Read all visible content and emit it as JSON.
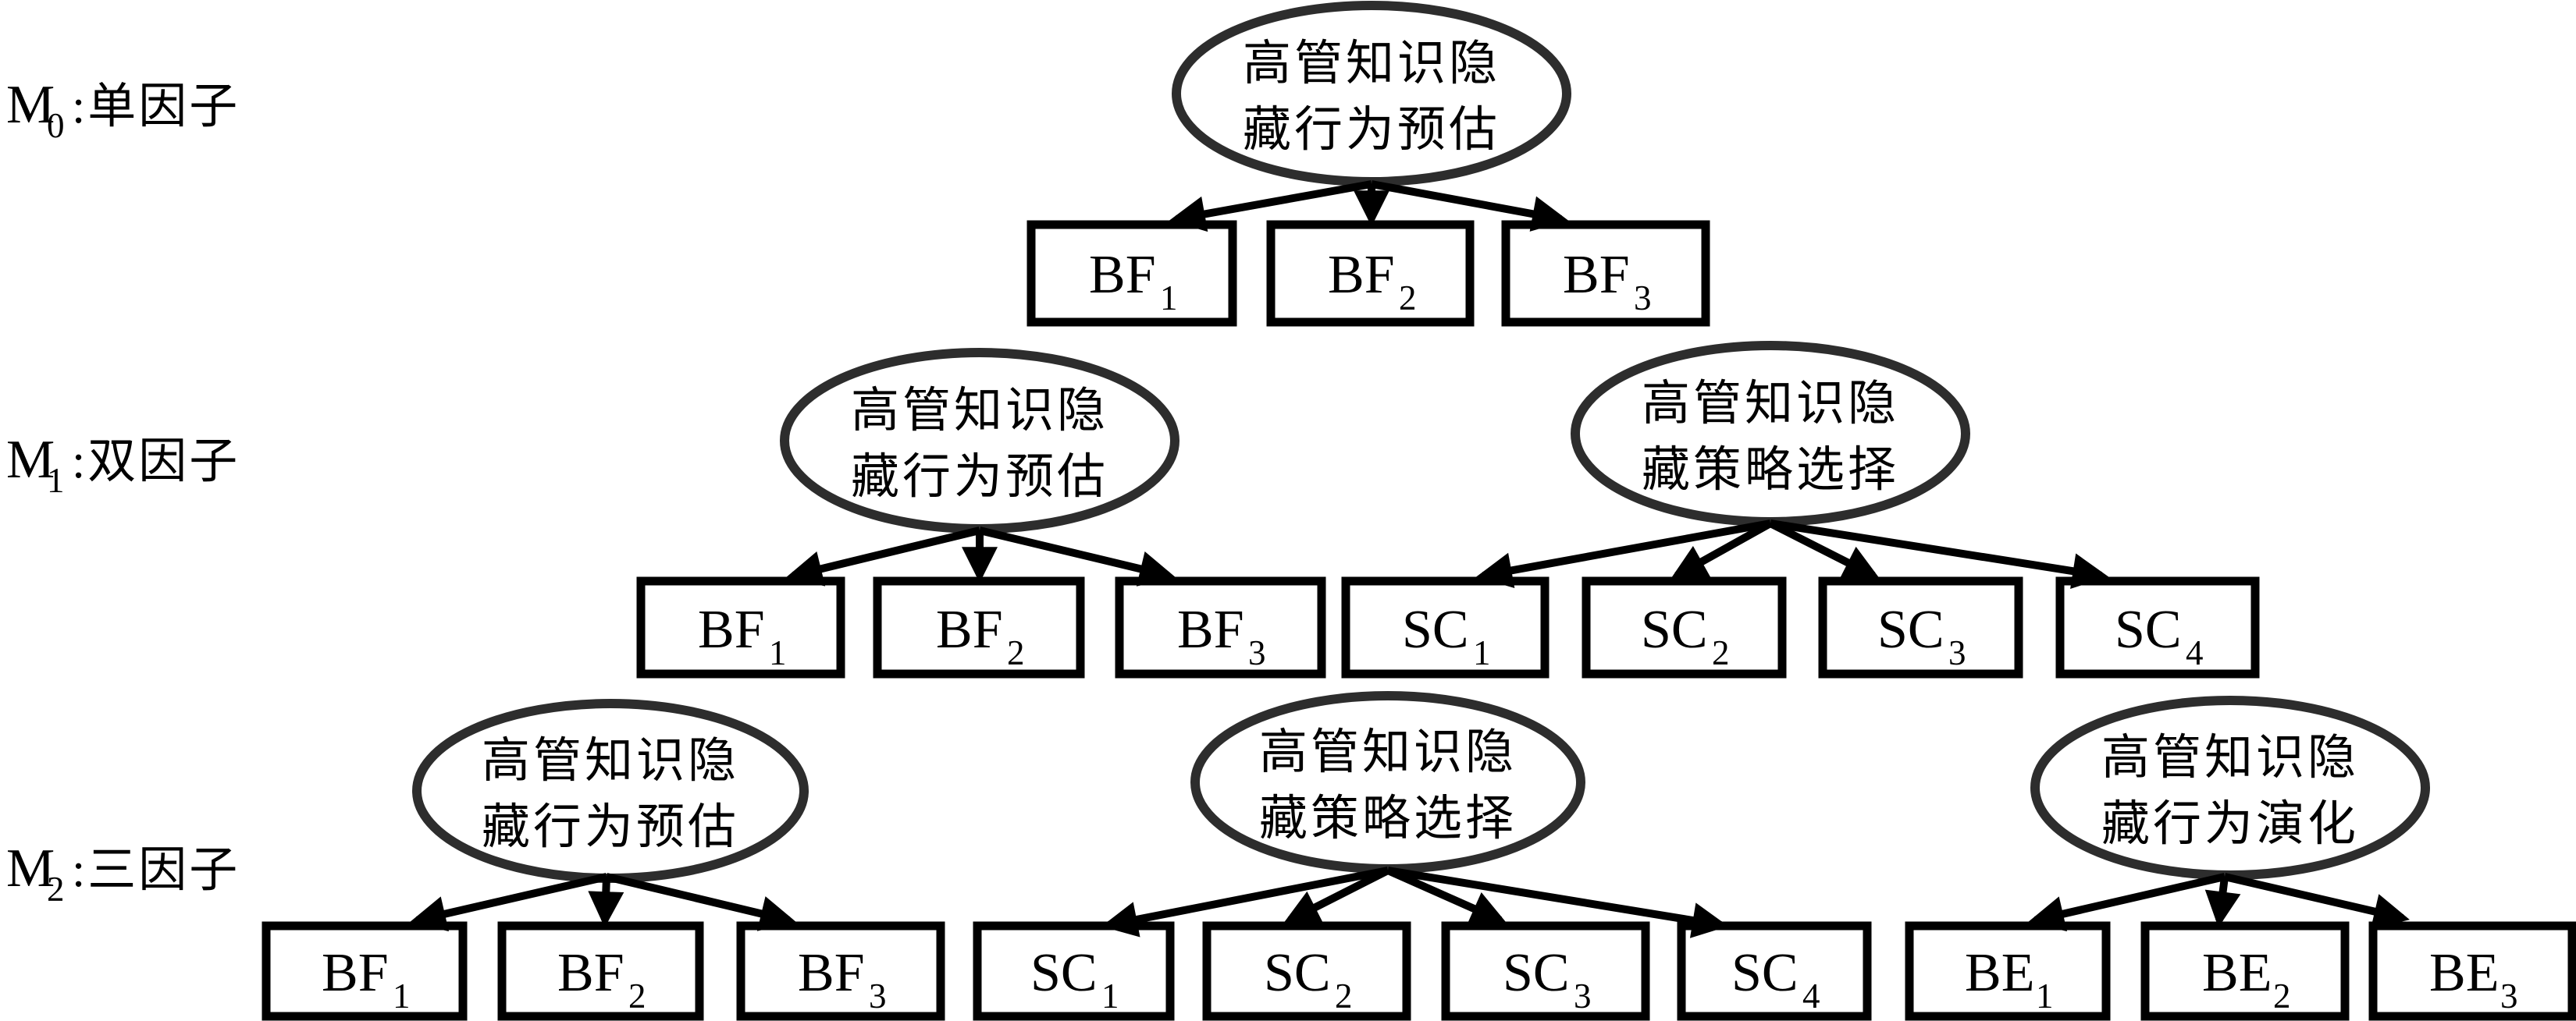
{
  "figure": {
    "background": "#ffffff",
    "box_stroke": "#000000",
    "ellipse_stroke": "#2d2d2d",
    "arrow_color": "#000000",
    "text_color": "#000000"
  },
  "models": [
    {
      "id": "M0",
      "label": {
        "base": "M",
        "sub": "0",
        "rest": ":单因子"
      },
      "factors": [
        {
          "name_line1": "高管知识隐",
          "name_line2": "藏行为预估",
          "indicators": [
            {
              "prefix": "BF",
              "sub": "1"
            },
            {
              "prefix": "BF",
              "sub": "2"
            },
            {
              "prefix": "BF",
              "sub": "3"
            }
          ]
        }
      ]
    },
    {
      "id": "M1",
      "label": {
        "base": "M",
        "sub": "1",
        "rest": ":双因子"
      },
      "factors": [
        {
          "name_line1": "高管知识隐",
          "name_line2": "藏行为预估",
          "indicators": [
            {
              "prefix": "BF",
              "sub": "1"
            },
            {
              "prefix": "BF",
              "sub": "2"
            },
            {
              "prefix": "BF",
              "sub": "3"
            }
          ]
        },
        {
          "name_line1": "高管知识隐",
          "name_line2": "藏策略选择",
          "indicators": [
            {
              "prefix": "SC",
              "sub": "1"
            },
            {
              "prefix": "SC",
              "sub": "2"
            },
            {
              "prefix": "SC",
              "sub": "3"
            },
            {
              "prefix": "SC",
              "sub": "4"
            }
          ]
        }
      ]
    },
    {
      "id": "M2",
      "label": {
        "base": "M",
        "sub": "2",
        "rest": ":三因子"
      },
      "factors": [
        {
          "name_line1": "高管知识隐",
          "name_line2": "藏行为预估",
          "indicators": [
            {
              "prefix": "BF",
              "sub": "1"
            },
            {
              "prefix": "BF",
              "sub": "2"
            },
            {
              "prefix": "BF",
              "sub": "3"
            }
          ]
        },
        {
          "name_line1": "高管知识隐",
          "name_line2": "藏策略选择",
          "indicators": [
            {
              "prefix": "SC",
              "sub": "1"
            },
            {
              "prefix": "SC",
              "sub": "2"
            },
            {
              "prefix": "SC",
              "sub": "3"
            },
            {
              "prefix": "SC",
              "sub": "4"
            }
          ]
        },
        {
          "name_line1": "高管知识隐",
          "name_line2": "藏行为演化",
          "indicators": [
            {
              "prefix": "BE",
              "sub": "1"
            },
            {
              "prefix": "BE",
              "sub": "2"
            },
            {
              "prefix": "BE",
              "sub": "3"
            }
          ]
        }
      ]
    }
  ]
}
